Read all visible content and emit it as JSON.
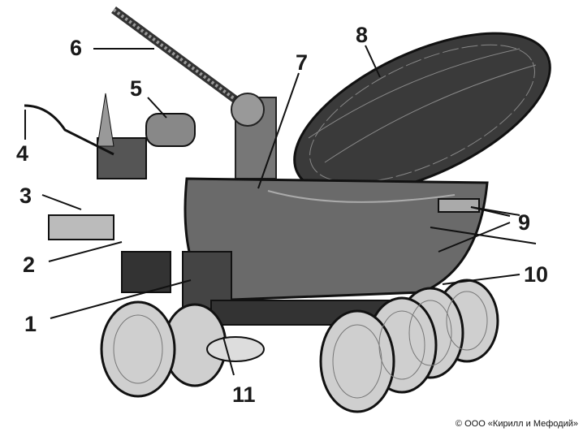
{
  "diagram": {
    "labels": [
      "1",
      "2",
      "3",
      "4",
      "5",
      "6",
      "7",
      "8",
      "9",
      "10",
      "11"
    ],
    "copyright": "© ООО «Кирилл и Мефодий»"
  }
}
